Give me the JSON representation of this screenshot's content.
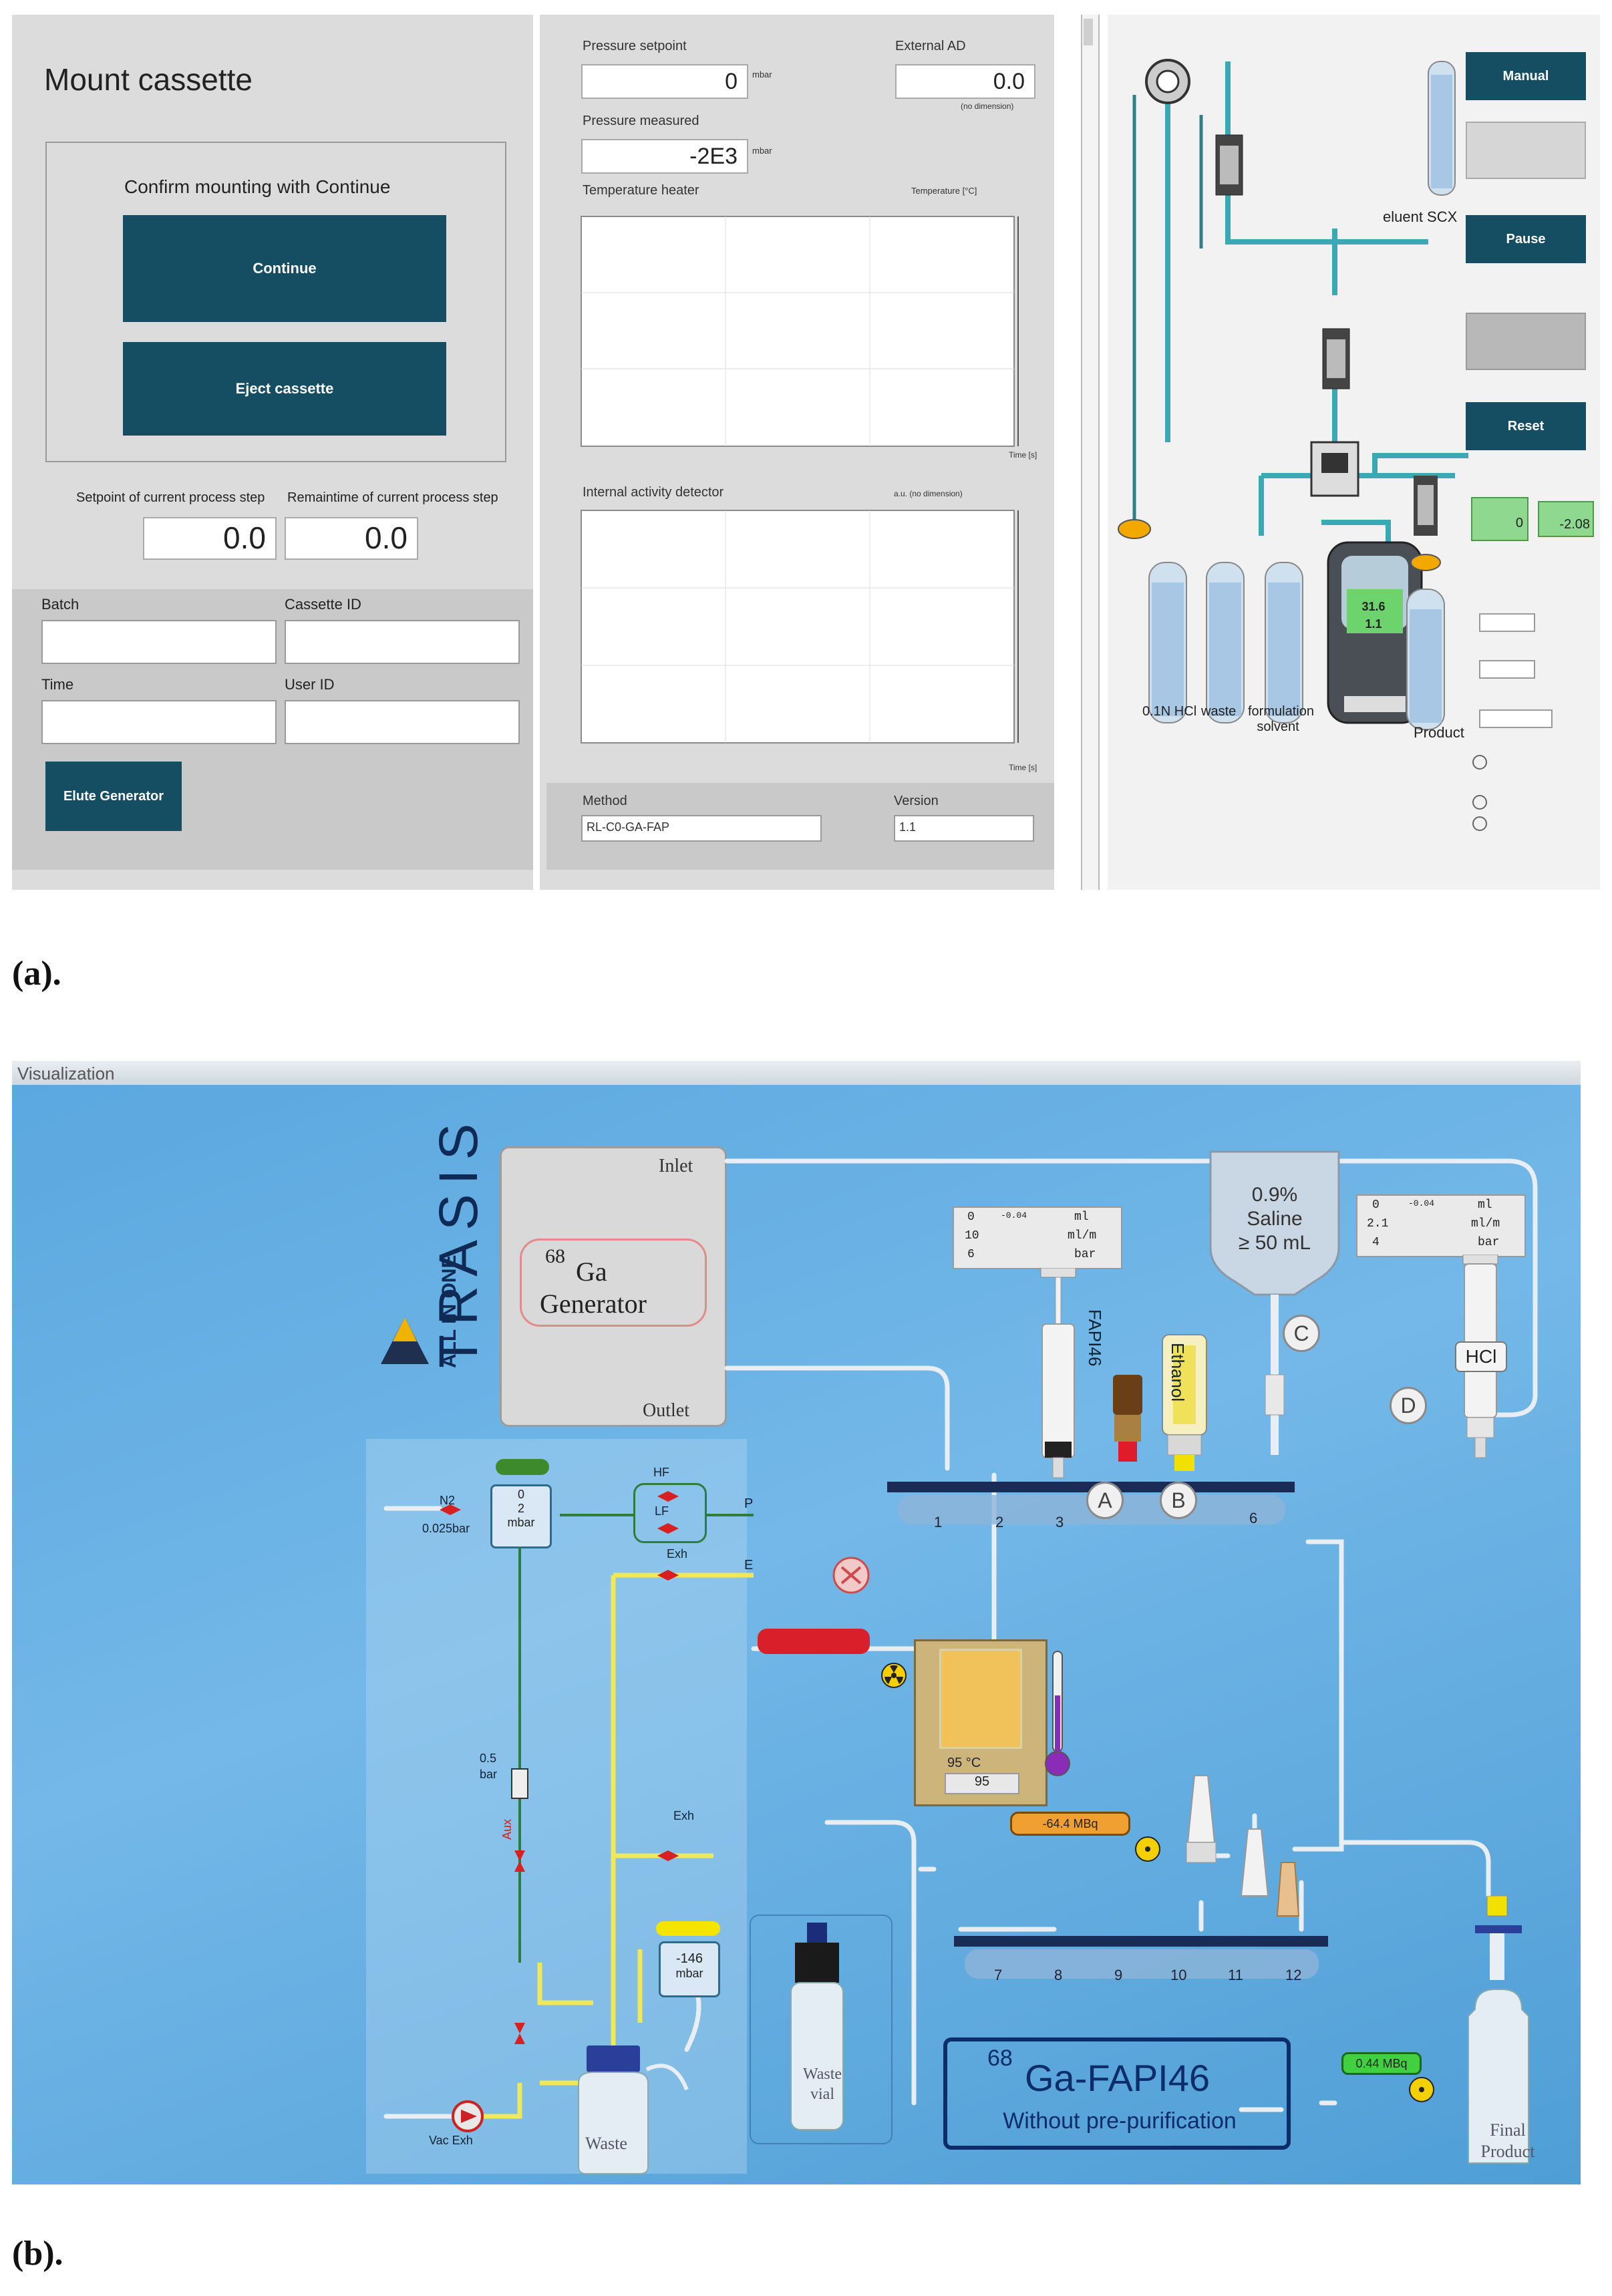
{
  "panel_a": {
    "title": "Mount cassette",
    "confirm_text": "Confirm mounting with Continue",
    "continue_label": "Continue",
    "eject_label": "Eject cassette",
    "setpoint_step_label": "Setpoint of current process step",
    "remaintime_step_label": "Remaintime of current process step",
    "setpoint_value": "0.0",
    "remaintime_value": "0.0",
    "batch_label": "Batch",
    "cassette_id_label": "Cassette ID",
    "time_label": "Time",
    "user_id_label": "User ID",
    "elute_label": "Elute Generator",
    "pressure_setpoint_label": "Pressure setpoint",
    "pressure_setpoint_value": "0",
    "pressure_unit": "mbar",
    "external_ad_label": "External AD",
    "external_ad_value": "0.0",
    "external_ad_unit": "(no dimension)",
    "pressure_measured_label": "Pressure measured",
    "pressure_measured_value": "-2E3",
    "temperature_heater_label": "Temperature heater",
    "temperature_axis_label": "Temperature [°C]",
    "activity_label": "Internal activity detector",
    "activity_axis_label": "a.u. (no dimension)",
    "time_axis_label": "Time [s]",
    "method_label": "Method",
    "method_value": "RL-C0-GA-FAP",
    "version_label": "Version",
    "version_value": "1.1",
    "eluent_label": "eluent SCX",
    "hcl_label": "0.1N HCl",
    "waste_label": "waste",
    "formulation_label": "formulation solvent",
    "product_label": "Product",
    "reading_1": "31.6",
    "reading_2": "1.1",
    "manual_label": "Manual",
    "pause_label": "Pause",
    "reset_label": "Reset",
    "green_value_1": "0",
    "green_value_2": "-2.08",
    "caption": "(a)."
  },
  "panel_b": {
    "header": "Visualization",
    "brand": "TRASIS",
    "brand_sub": "ALL IN ONE",
    "inlet": "Inlet",
    "outlet": "Outlet",
    "generator_iso": "68",
    "generator_name": "Ga",
    "generator_word": "Generator",
    "saline_1": "0.9%",
    "saline_2": "Saline",
    "saline_3": "≥ 50 mL",
    "syringe1_rows": [
      "0",
      "10",
      "6"
    ],
    "syringe1_units": [
      "ml",
      "ml/m",
      "bar"
    ],
    "syringe1_mid": "-0.04",
    "syringe2_rows": [
      "0",
      "2.1",
      "4"
    ],
    "syringe2_units": [
      "ml",
      "ml/m",
      "bar"
    ],
    "syringe2_mid": "-0.04",
    "fapi46": "FAPI46",
    "ethanol": "Ethanol",
    "hcl": "HCl",
    "letter_a": "A",
    "letter_b": "B",
    "letter_c": "C",
    "letter_d": "D",
    "manifold1_ports": [
      "1",
      "2",
      "3",
      "",
      "",
      "6"
    ],
    "manifold2_ports": [
      "7",
      "8",
      "9",
      "10",
      "11",
      "12"
    ],
    "n2": "N2",
    "n2_pressure": "0.025bar",
    "hf": "HF",
    "lf": "LF",
    "p_label": "P",
    "e_label": "E",
    "exh": "Exh",
    "exh2": "Exh",
    "pressure_gauge_top": "0",
    "pressure_gauge_mid": "2",
    "pressure_gauge_unit": "mbar",
    "vac_gauge_val": "-146",
    "vac_gauge_unit": "mbar",
    "half_bar": "0.5",
    "bar": "bar",
    "aux_label": "Aux",
    "vac_exh": "Vac Exh",
    "waste": "Waste",
    "waste_vial_1": "Waste",
    "waste_vial_2": "vial",
    "heater_temp": "95 °C",
    "heater_set": "95",
    "activity_1": "-64.4 MBq",
    "activity_2": "0.44 MBq",
    "final_1": "Final",
    "final_2": "Product",
    "product_iso": "68",
    "product_name": "Ga-FAPI46",
    "product_sub": "Without pre-purification",
    "caption": "(b)."
  }
}
